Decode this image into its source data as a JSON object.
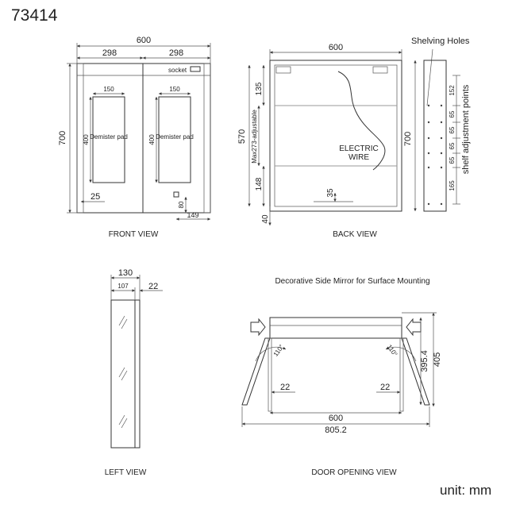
{
  "model_code": "73414",
  "unit": "unit: mm",
  "front_view": {
    "label": "FRONT VIEW",
    "overall_width": "600",
    "left_door_width": "298",
    "right_door_width": "298",
    "height": "700",
    "socket_label": "socket",
    "pad_width_left": "150",
    "pad_width_right": "150",
    "pad_height_left": "400",
    "pad_height_right": "400",
    "pad_label_left": "Demister pad",
    "pad_label_right": "Demister pad",
    "bottom_offset": "25",
    "socket_height": "80",
    "socket_offset": "149"
  },
  "back_view": {
    "label": "BACK VIEW",
    "width": "600",
    "height": "700",
    "inner_height": "570",
    "shelf_adjust_label": "Max273-adjustable",
    "top_shelf_gap": "135",
    "lower_shelf_gap": "148",
    "bottom_gap": "35",
    "base_offset": "40",
    "wire_label_line1": "ELECTRIC",
    "wire_label_line2": "WIRE"
  },
  "side_detail": {
    "label": "Shelving Holes",
    "axis_label": "shelf adjustment points",
    "spacings": [
      "152",
      "65",
      "65",
      "65",
      "65",
      "165"
    ]
  },
  "left_view": {
    "label": "LEFT VIEW",
    "depth_total": "130",
    "depth_body": "107",
    "depth_door": "22"
  },
  "door_opening": {
    "title": "Decorative Side Mirror for Surface Mounting",
    "label": "DOOR OPENING VIEW",
    "angle_left": "110°",
    "angle_right": "110°",
    "door_thickness_left": "22",
    "door_thickness_right": "22",
    "body_width": "600",
    "opened_width": "805.2",
    "inner_depth": "395.4",
    "outer_depth": "405"
  }
}
